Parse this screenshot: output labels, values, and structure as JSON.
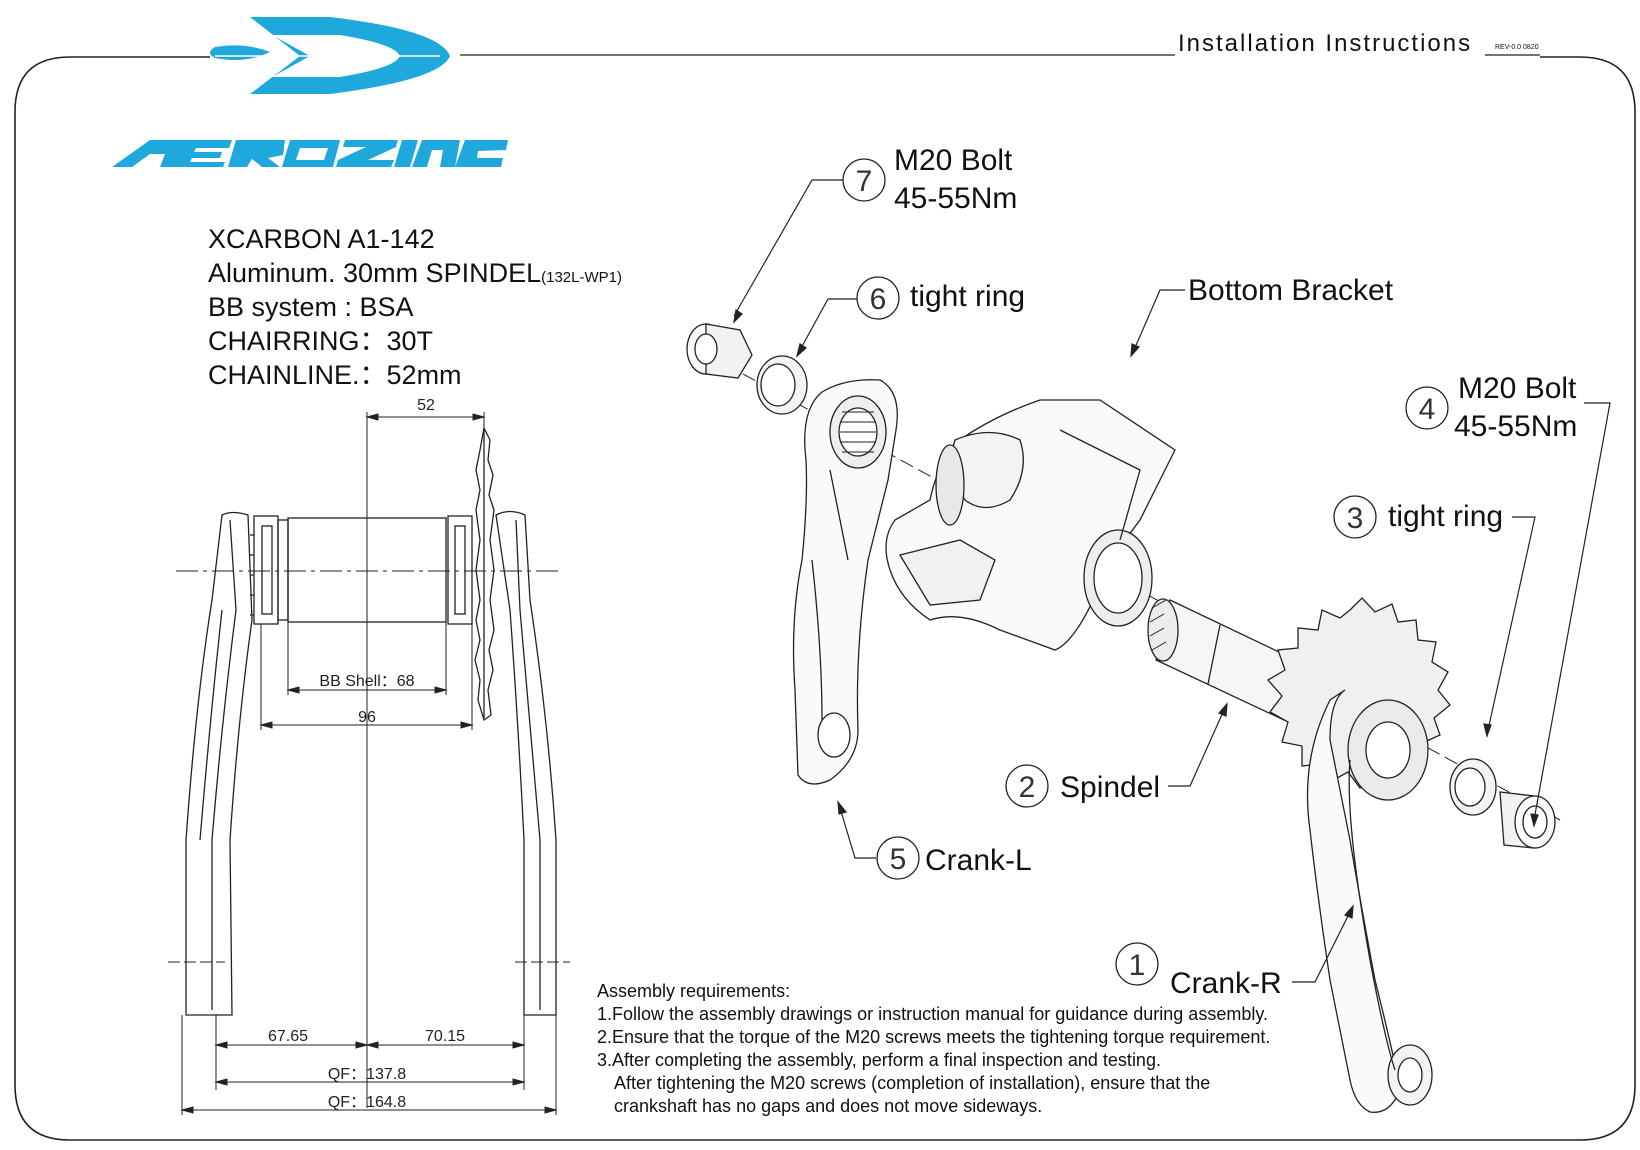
{
  "header": {
    "title": "Installation  Instructions",
    "revision": "REV-0.0 0820"
  },
  "brand": {
    "name": "AEROZINE",
    "color": "#1fa8dc"
  },
  "specs": {
    "model": "XCARBON A1-142",
    "spindle": "Aluminum. 30mm SPINDEL",
    "spindle_code": "(132L-WP1)",
    "bb_system": "BB system : BSA",
    "chainring": "CHAIRRING：30T",
    "chainline": "CHAINLINE.：52mm"
  },
  "dimensions": {
    "chainline": "52",
    "bb_shell": "BB  Shell：68",
    "spindle_len": "96",
    "left_offset": "67.65",
    "right_offset": "70.15",
    "qf_inner": "QF：137.8",
    "qf_outer": "QF：164.8"
  },
  "parts": [
    {
      "num": "1",
      "name": "Crank-R"
    },
    {
      "num": "2",
      "name": "Spindel"
    },
    {
      "num": "3",
      "name": "tight ring"
    },
    {
      "num": "4",
      "name": "M20 Bolt",
      "torque": "45-55Nm"
    },
    {
      "num": "5",
      "name": "Crank-L"
    },
    {
      "num": "6",
      "name": "tight ring"
    },
    {
      "num": "7",
      "name": "M20 Bolt",
      "torque": "45-55Nm"
    }
  ],
  "bottom_bracket_label": "Bottom Bracket",
  "requirements": {
    "title": "Assembly requirements:",
    "items": [
      "1.Follow the assembly drawings or instruction manual for guidance during assembly.",
      "2.Ensure that the torque of the M20 screws meets the tightening torque requirement.",
      "3.After completing the assembly, perform a final inspection and testing."
    ],
    "note_lines": [
      "After tightening the M20 screws (completion of installation), ensure that the",
      "crankshaft has no gaps and does not move sideways."
    ]
  }
}
